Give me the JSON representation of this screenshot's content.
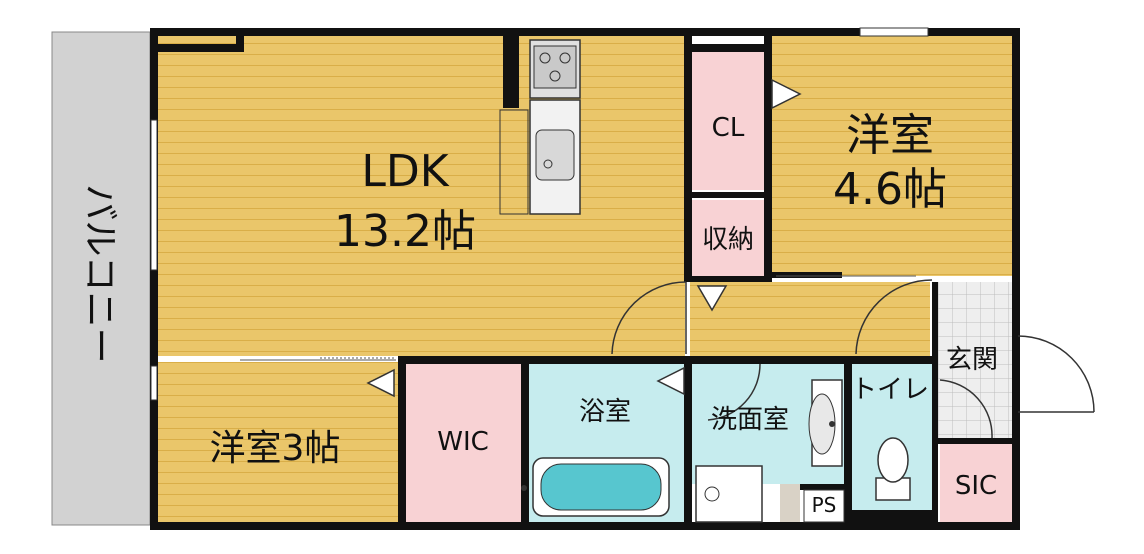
{
  "colors": {
    "wood": "#eac66a",
    "wood_line": "#d9ae48",
    "pink": "#f8d2d4",
    "blue": "#c6ecee",
    "balcony": "#d2d2d2",
    "wall": "#111111",
    "tile": "#e8e8e8"
  },
  "rooms": {
    "ldk_name": "LDK",
    "ldk_size": "13.2帖",
    "western_name": "洋室",
    "western_size": "4.6帖",
    "western_small": "洋室3帖",
    "closet": "CL",
    "storage": "収納",
    "wic": "WIC",
    "bath": "浴室",
    "washroom": "洗面室",
    "toilet": "トイレ",
    "entrance": "玄関",
    "sic": "SIC",
    "ps": "PS",
    "balcony": "バルコニー"
  }
}
